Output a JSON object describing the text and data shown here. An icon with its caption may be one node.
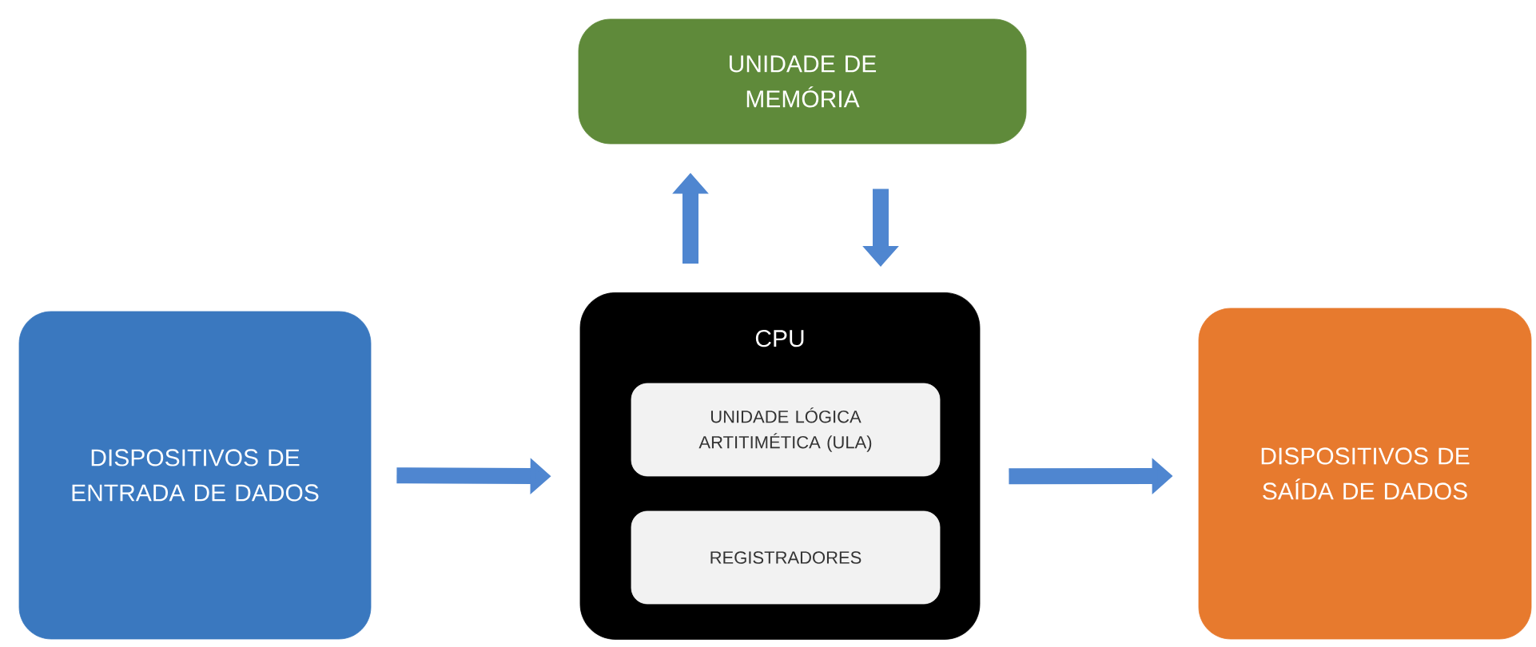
{
  "diagram": {
    "nodes": [
      {
        "text": [
          "UNIDADE DE MEMÓRIA"
        ]
      },
      {
        "text": [
          "DISPOSITIVOS DE ENTRADA DE DADOS"
        ]
      },
      {
        "text": [
          "CPU"
        ]
      },
      {
        "text": [
          "UNIDADE LÓGICA ARTITIMÉTICA (ULA)"
        ],
        "in": 2
      },
      {
        "text": [
          "REGISTRADORES"
        ],
        "in": 2
      },
      {
        "text": [
          "DISPOSITIVOS DE SAÍDA DE DADOS"
        ]
      }
    ],
    "edges": [
      {
        "from": 2,
        "to": 0,
        "arrow": "to"
      },
      {
        "from": 0,
        "to": 2,
        "arrow": "to"
      },
      {
        "from": 1,
        "to": 2,
        "arrow": "to"
      },
      {
        "from": 2,
        "to": 5,
        "arrow": "to"
      }
    ]
  }
}
